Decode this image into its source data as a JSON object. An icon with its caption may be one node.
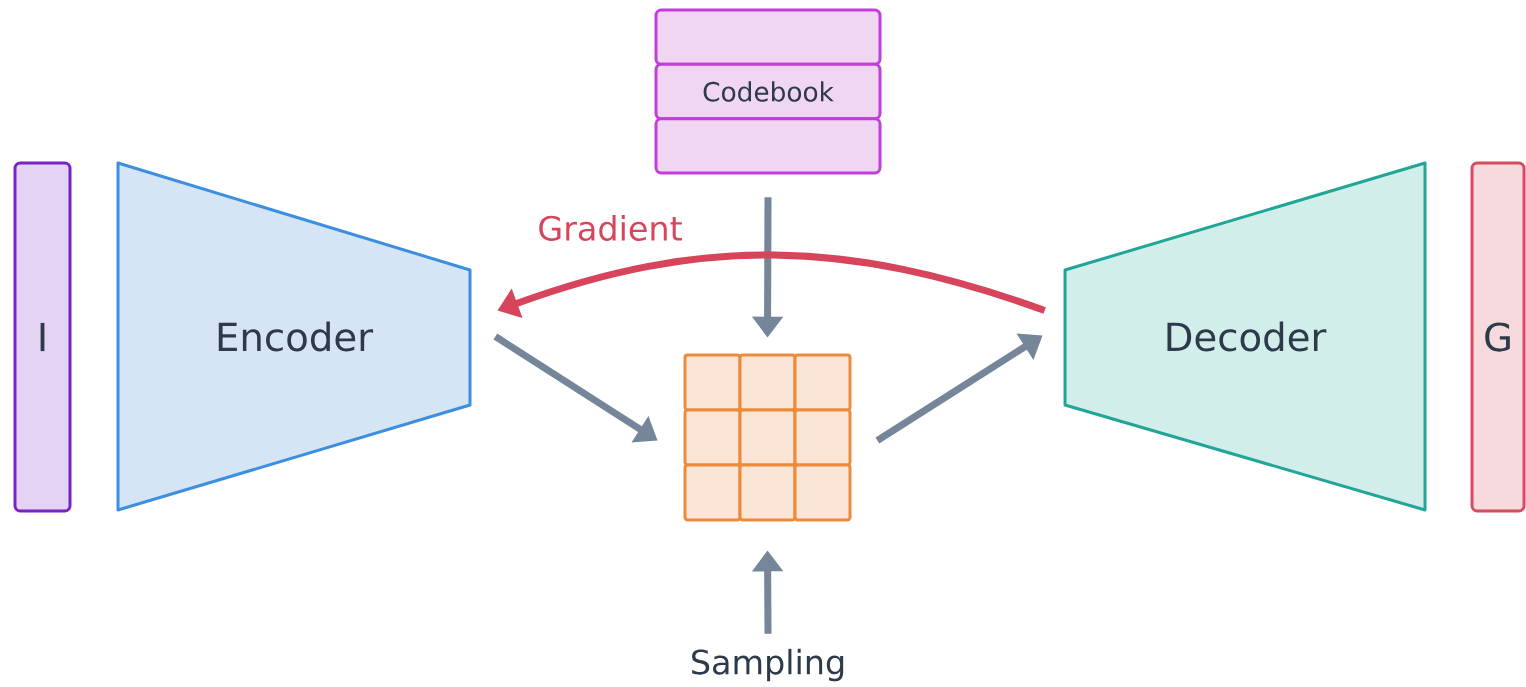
{
  "diagram": {
    "nodes": [
      {
        "text": [
          "I"
        ]
      },
      {
        "text": [
          "Encoder"
        ]
      },
      {
        "text": [
          "Codebook"
        ]
      },
      {
        "text": [],
        "shape": "grid"
      },
      {
        "text": [
          "Decoder"
        ]
      },
      {
        "text": [
          "G"
        ]
      },
      {
        "text": [
          "Sampling"
        ]
      }
    ],
    "edges": [
      {
        "from": 1,
        "to": 3,
        "arrow": "to"
      },
      {
        "from": 2,
        "to": 3,
        "arrow": "to"
      },
      {
        "from": 6,
        "to": 3,
        "arrow": "to"
      },
      {
        "from": 3,
        "to": 4,
        "arrow": "to"
      },
      {
        "from": 4,
        "to": 1,
        "arrow": "to",
        "label": "Gradient",
        "color": "#d6455b"
      }
    ]
  }
}
